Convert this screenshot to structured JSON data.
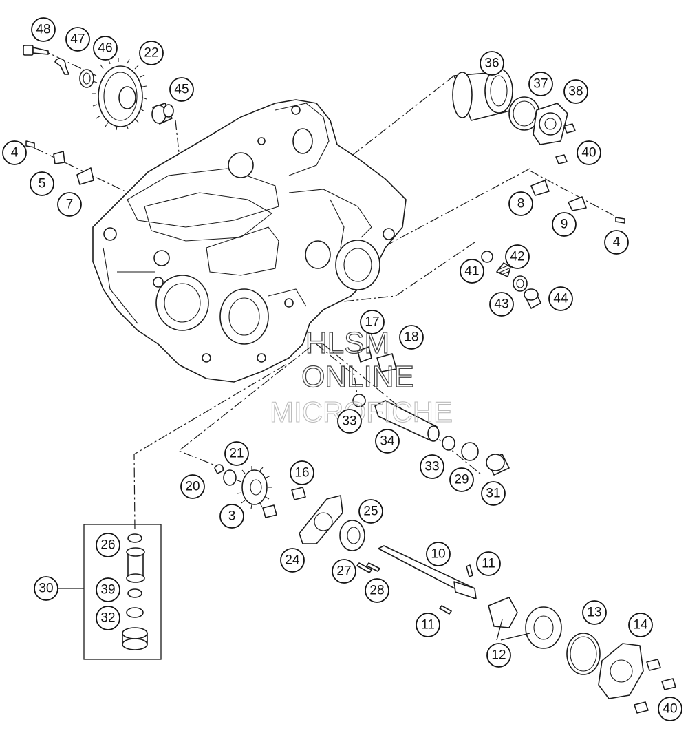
{
  "watermark": {
    "line1": "HLSM",
    "line2": "ONLINE",
    "line3": "MICROFICHE"
  },
  "callouts": [
    "48",
    "47",
    "46",
    "22",
    "45",
    "4",
    "5",
    "7",
    "36",
    "37",
    "38",
    "40",
    "8",
    "9",
    "4",
    "41",
    "42",
    "43",
    "44",
    "17",
    "18",
    "33",
    "34",
    "33",
    "29",
    "31",
    "21",
    "20",
    "16",
    "3",
    "25",
    "24",
    "10",
    "11",
    "27",
    "28",
    "11",
    "12",
    "13",
    "14",
    "40",
    "26",
    "30",
    "39",
    "32"
  ]
}
